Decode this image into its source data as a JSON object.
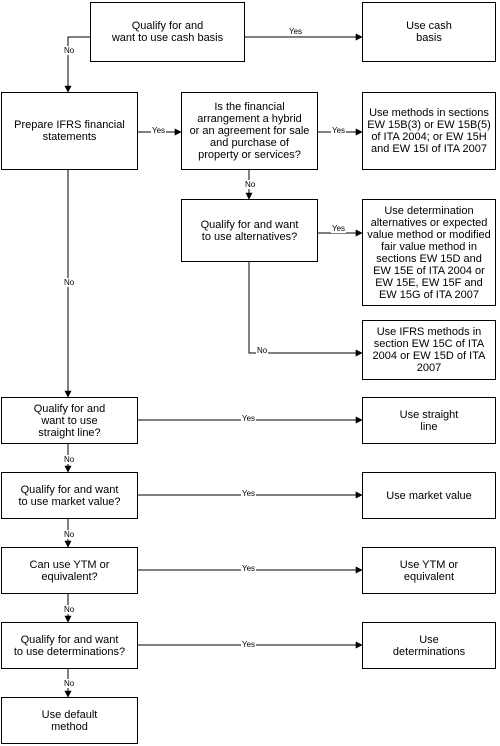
{
  "nodes": {
    "cash_q": "Qualify for and\nwant to use cash basis",
    "cash": "Use cash\nbasis",
    "ifrs": "Prepare IFRS financial\nstatements",
    "hybrid_q": "Is the financial\narrangement a hybrid\nor an agreement for sale\nand purchase of\nproperty or services?",
    "hybrid_methods": "Use methods in sections\nEW 15B(3) or EW 15B(5)\nof ITA 2004; or EW 15H\nand EW 15I of ITA 2007",
    "alt_q": "Qualify for and want\nto use alternatives?",
    "alt_methods": "Use determination\nalternatives or expected\nvalue method or modified\nfair value method in\nsections EW 15D and\nEW 15E of ITA 2004 or\nEW 15E, EW 15F and\nEW 15G of ITA 2007",
    "ifrs_methods": "Use IFRS methods in\nsection EW 15C of ITA\n2004 or EW 15D of ITA\n2007",
    "sl_q": "Qualify for and\nwant to use\nstraight line?",
    "sl": "Use straight\nline",
    "mv_q": "Qualify for and want\nto use market value?",
    "mv": "Use market value",
    "ytm_q": "Can use YTM or\nequivalent?",
    "ytm": "Use YTM or\nequivalent",
    "det_q": "Qualify for and want\nto use determinations?",
    "det": "Use\ndeterminations",
    "default": "Use default\nmethod"
  },
  "labels": {
    "yes": "Yes",
    "no": "No"
  }
}
